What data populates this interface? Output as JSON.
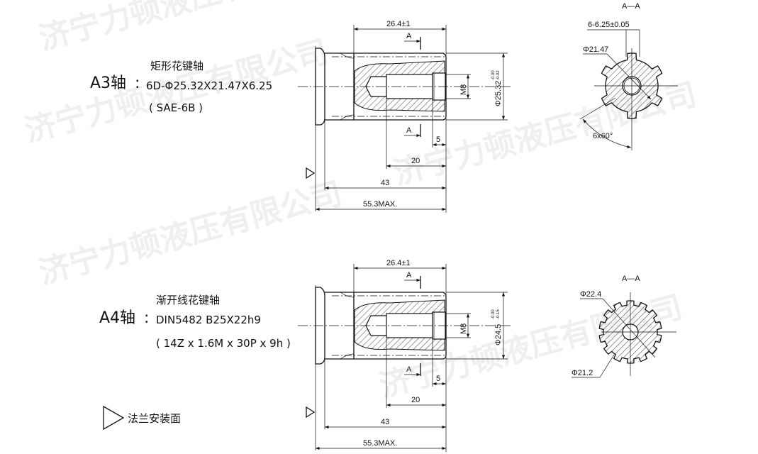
{
  "watermark": "济宁力顿液压有限公司",
  "a3": {
    "label": "A3轴",
    "colon": ":",
    "type": "矩形花键轴",
    "spec": "6D-Φ25.32X21.47X6.25",
    "standard": "( SAE-6B )",
    "dims": {
      "d_264": "26.4±1",
      "d_5": "5",
      "d_20": "20",
      "d_43": "43",
      "d_553": "55.3MAX.",
      "thread": "M8",
      "diameter": "Φ25.32",
      "tol_upper": "-0.00",
      "tol_lower": "-0.02",
      "section_mark": "A"
    },
    "section": {
      "title": "A—A",
      "key_width": "6-6.25±0.05",
      "minor_diameter": "Φ21.47",
      "angle": "6x60°"
    }
  },
  "a4": {
    "label": "A4轴",
    "colon": ":",
    "type": "渐开线花键轴",
    "spec": "DIN5482  B25X22h9",
    "standard": "( 14Z x 1.6M x 30P x 9h )",
    "dims": {
      "d_264": "26.4±1",
      "d_5": "5",
      "d_20": "20",
      "d_43": "43",
      "d_553": "55.3MAX.",
      "thread": "M8",
      "diameter": "Φ24.5",
      "tol_upper": "-0.00",
      "tol_lower": "-0.15",
      "section_mark": "A"
    },
    "section": {
      "title": "A—A",
      "major_diameter": "Φ22.4",
      "minor_diameter": "Φ21.2"
    }
  },
  "legend": {
    "flange_face": "法兰安装面"
  }
}
